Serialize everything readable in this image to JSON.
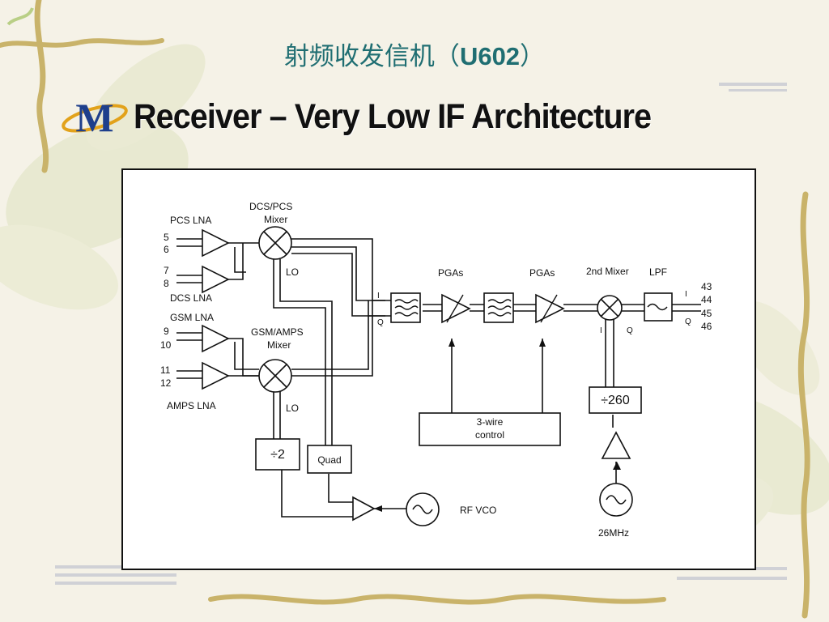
{
  "slide": {
    "title_cn": "射频收发信机（",
    "title_part": "U602",
    "title_end": "）",
    "heading": "Receiver – Very Low IF Architecture",
    "logo_letter": "M"
  },
  "diagram": {
    "labels": {
      "pcs_lna": "PCS LNA",
      "dcs_lna": "DCS LNA",
      "gsm_lna": "GSM LNA",
      "amps_lna": "AMPS LNA",
      "dcs_pcs_mixer_1": "DCS/PCS",
      "dcs_pcs_mixer_2": "Mixer",
      "gsm_amps_mixer_1": "GSM/AMPS",
      "gsm_amps_mixer_2": "Mixer",
      "lo_top": "LO",
      "lo_bottom": "LO",
      "pgas_1": "PGAs",
      "pgas_2": "PGAs",
      "second_mixer": "2nd Mixer",
      "lpf": "LPF",
      "i_left": "I",
      "q_left": "Q",
      "i_mix": "I",
      "q_mix": "Q",
      "i_out": "I",
      "q_out": "Q",
      "div260": "÷260",
      "wire_1": "3-wire",
      "wire_2": "control",
      "div2": "÷2",
      "quad": "Quad",
      "rf_vco": "RF VCO",
      "ref_26": "26MHz"
    },
    "pins_left": [
      "5",
      "6",
      "7",
      "8",
      "9",
      "10",
      "11",
      "12"
    ],
    "pins_right": [
      "43",
      "44",
      "45",
      "46"
    ]
  }
}
